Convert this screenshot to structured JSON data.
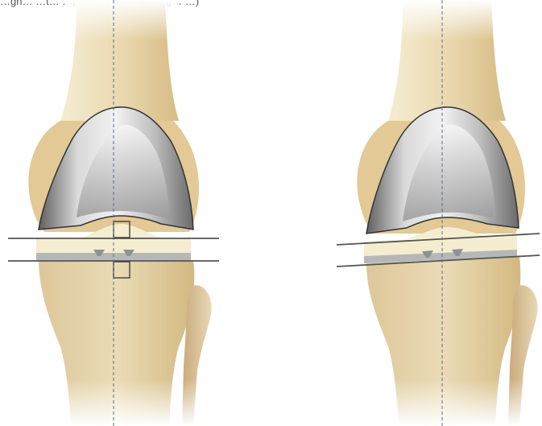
{
  "caption": {
    "text": "…gn… …t… …pro…s… …p (… …ig… …)"
  },
  "illustration": {
    "left_panel": "knee-implant-left",
    "right_panel": "knee-implant-right",
    "colors": {
      "bone": "#e6d3a6",
      "bone_dark": "#c9ae73",
      "metal_light": "#f4f4f4",
      "metal_dark": "#6e6e6e",
      "insert": "#f4edcf",
      "tray": "#b5b8b7",
      "guide_line": "#5b6b8c",
      "cut_line": "#555555"
    }
  }
}
